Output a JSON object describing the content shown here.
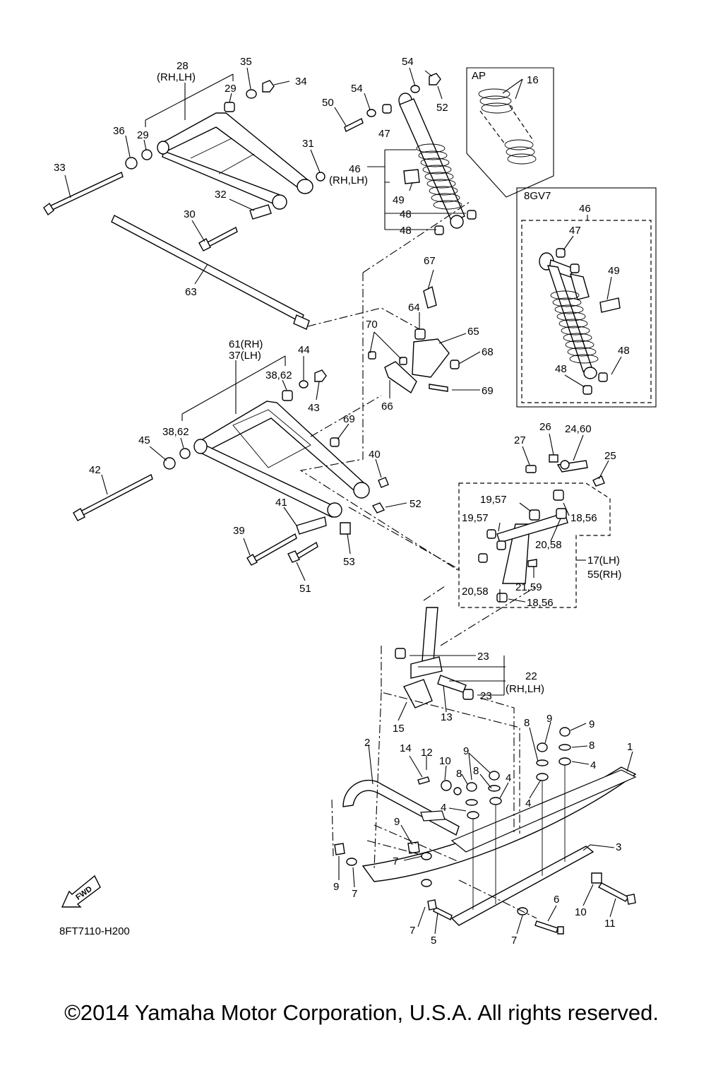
{
  "diagram": {
    "copyright": "©2014 Yamaha Motor Corporation, U.S.A. All rights reserved.",
    "code": "8FT7110-H200",
    "fwd_label": "FWD",
    "box_ap": "AP",
    "box_8gv7": "8GV7",
    "labels": {
      "l28": "28",
      "l28s": "(RH,LH)",
      "l35": "35",
      "l34": "34",
      "l29a": "29",
      "l29b": "29",
      "l36": "36",
      "l33": "33",
      "l31": "31",
      "l32": "32",
      "l30": "30",
      "l63": "63",
      "l54a": "54",
      "l54b": "54",
      "l50": "50",
      "l52a": "52",
      "l47": "47",
      "l46": "46",
      "l46s": "(RH,LH)",
      "l49": "49",
      "l48a": "48",
      "l48b": "48",
      "l16": "16",
      "b46": "46",
      "b47": "47",
      "b49": "49",
      "b48a": "48",
      "b48b": "48",
      "l67": "67",
      "l64": "64",
      "l65": "65",
      "l70": "70",
      "l68": "68",
      "l66": "66",
      "l69a": "69",
      "l61": "61(RH)",
      "l37": "37(LH)",
      "l44": "44",
      "l3862a": "38,62",
      "l43": "43",
      "l3862b": "38,62",
      "l45": "45",
      "l42": "42",
      "l69b": "69",
      "l40": "40",
      "l41": "41",
      "l52b": "52",
      "l39": "39",
      "l53": "53",
      "l51": "51",
      "l27": "27",
      "l26": "26",
      "l2460": "24,60",
      "l25": "25",
      "l1957a": "19,57",
      "l1957b": "19,57",
      "l1856a": "18,56",
      "l2058a": "20,58",
      "l17": "17(LH)",
      "l55": "55(RH)",
      "l2159": "21,59",
      "l2058b": "20,58",
      "l1856b": "18,56",
      "l23a": "23",
      "l22": "22",
      "l22s": "(RH,LH)",
      "l23b": "23",
      "l15": "15",
      "l13": "13",
      "l2": "2",
      "l14": "14",
      "l12": "12",
      "l10a": "10",
      "l9a": "9",
      "l8a": "8",
      "l8b": "8",
      "l4a": "4",
      "l4b": "4",
      "l8c": "8",
      "l9b": "9",
      "l9c": "9",
      "l8d": "8",
      "l4c": "4",
      "l1": "1",
      "l4d": "4",
      "l9d": "9",
      "l7a": "7",
      "l9e": "9",
      "l7b": "7",
      "l3": "3",
      "l7c": "7",
      "l5": "5",
      "l6": "6",
      "l7d": "7",
      "l10b": "10",
      "l11": "11"
    }
  }
}
